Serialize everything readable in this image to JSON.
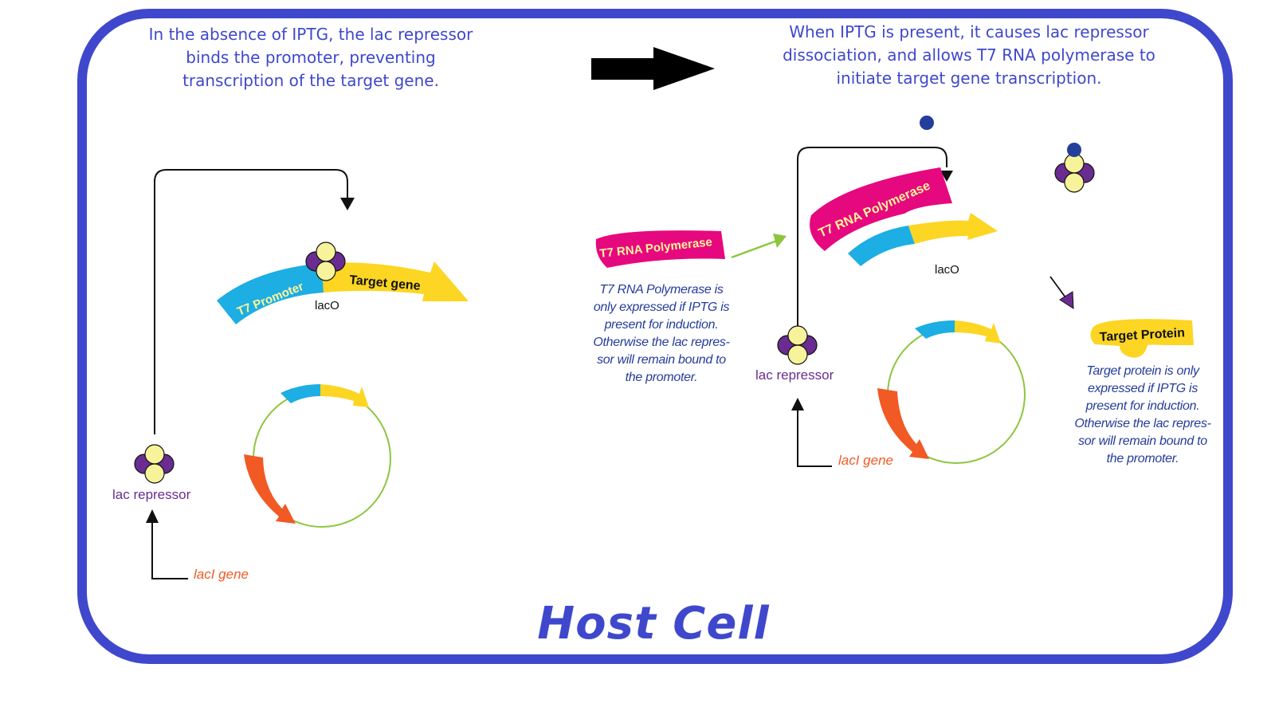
{
  "colors": {
    "frame": "#3f48cc",
    "caption_text": "#3f48cc",
    "note_text": "#253c9a",
    "t7_promoter": "#1daee3",
    "target_gene": "#fdd523",
    "polymerase": "#e6087e",
    "polymerase_text": "#fff59a",
    "repressor_outer": "#6a2c91",
    "repressor_inner": "#f7f39a",
    "iptg": "#233e9b",
    "laci_gene": "#f15a24",
    "plasmid_backbone": "#8cc63f",
    "green_arrow": "#8cc63f"
  },
  "left_panel": {
    "caption": [
      "In the absence of IPTG, the lac repressor",
      "binds the promoter, preventing",
      "transcription of the target gene."
    ],
    "t7_promoter_label": "T7 Promoter",
    "target_gene_label": "Target gene",
    "laco_label": "lacO",
    "lac_repressor_label": "lac repressor",
    "laci_gene_label": "lacI gene"
  },
  "transition_arrow": "right-arrow-icon",
  "right_panel": {
    "caption": [
      "When IPTG is present, it causes lac repressor",
      "dissociation, and allows T7 RNA polymerase to",
      "initiate target gene transcription."
    ],
    "t7_polymerase_label": "T7 RNA Polymerase",
    "t7_polymerase_note": [
      "T7 RNA Polymerase is",
      "only expressed if IPTG is",
      "present for induction.",
      "Otherwise the lac repres-",
      "sor will remain bound to",
      "the promoter."
    ],
    "bound_polymerase_label": "T7 RNA Polymerase",
    "laco_label": "lacO",
    "lac_repressor_label": "lac repressor",
    "laci_gene_label": "lacI gene",
    "target_protein_label": "Target Protein",
    "target_protein_note": [
      "Target protein is only",
      "expressed if IPTG is",
      "present for induction.",
      "Otherwise the lac repres-",
      "sor will remain bound to",
      "the promoter."
    ]
  },
  "footer_title": "Host Cell"
}
